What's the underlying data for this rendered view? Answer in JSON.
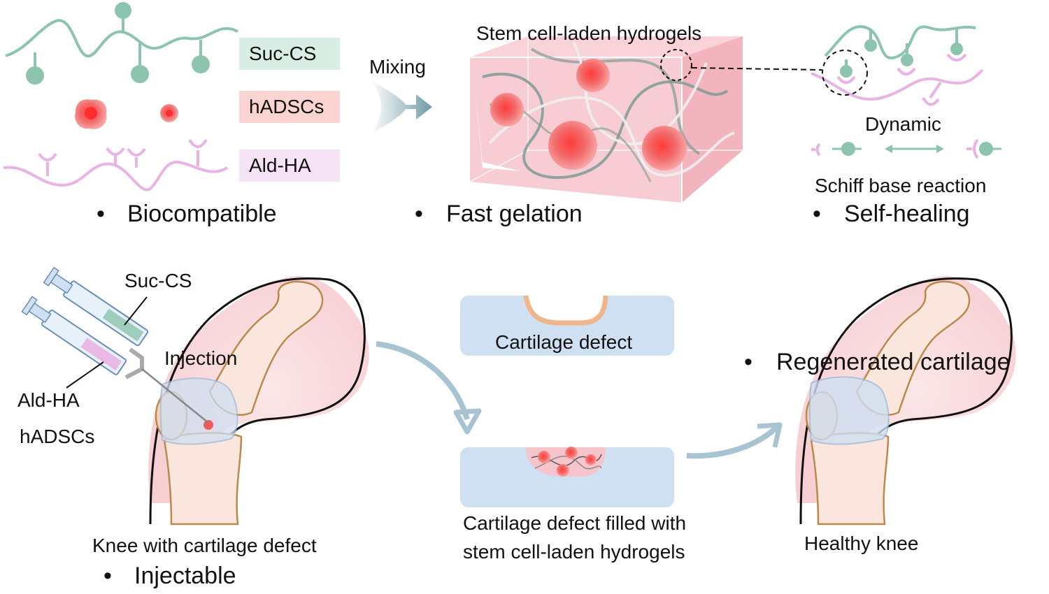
{
  "legend": {
    "suc_cs": "Suc-CS",
    "hadscs": "hADSCs",
    "ald_ha": "Ald-HA"
  },
  "top": {
    "mixing": "Mixing",
    "hydrogel_title": "Stem cell-laden hydrogels",
    "dynamic": "Dynamic",
    "schiff": "Schiff base reaction"
  },
  "properties": {
    "biocompatible": "Biocompatible",
    "fast_gelation": "Fast gelation",
    "self_healing": "Self-healing",
    "injectable": "Injectable",
    "regenerated": "Regenerated cartilage"
  },
  "bullet": "•",
  "syringe": {
    "suc_cs": "Suc-CS",
    "ald_ha": "Ald-HA",
    "hadscs": "hADSCs",
    "injection": "Injection"
  },
  "captions": {
    "knee_defect": "Knee with cartilage defect",
    "cartilage_defect": "Cartilage defect",
    "filled_line1": "Cartilage defect filled with",
    "filled_line2": "stem cell-laden hydrogels",
    "healthy_knee": "Healthy knee"
  },
  "colors": {
    "suc_cs_green": "#8cc4ad",
    "legend_green_bg": "#d8ede3",
    "cell_red": "#f15a5a",
    "legend_red_bg": "#fbd3d0",
    "ald_ha_pink": "#e9b3e3",
    "legend_pink_bg": "#f7e3f6",
    "gel_pink": "#f6c4cb",
    "cartilage_blue": "#cfe0f2",
    "arrow_blue": "#a8c4d2"
  }
}
